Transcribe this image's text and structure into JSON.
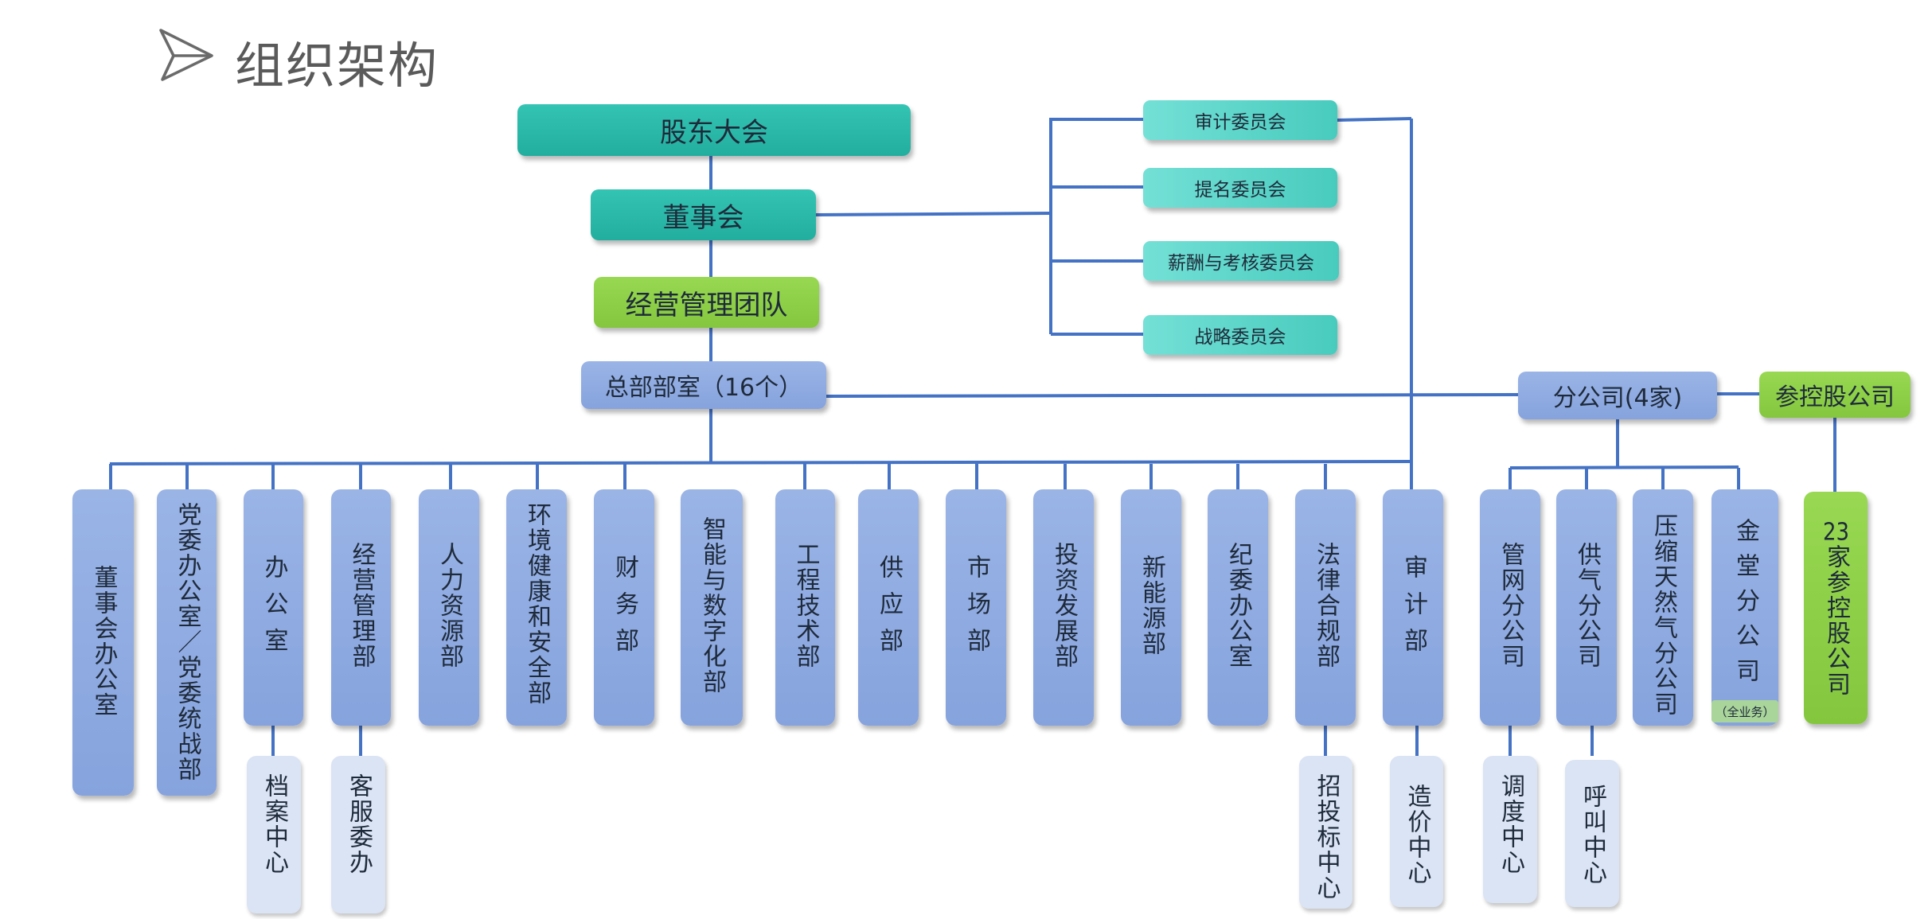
{
  "header": {
    "title": "组织架构",
    "logo_icon": "paper-plane-outline-icon"
  },
  "colors": {
    "teal": "#2bb9a9",
    "committee": "#5ad4c7",
    "green": "#8ccf46",
    "blue": "#8eaae0",
    "sub": "#dbe4f4",
    "line": "#4472c4"
  },
  "top": {
    "shareholders": "股东大会",
    "board": "董事会",
    "management": "经营管理团队",
    "hq": "总部部室（16个）",
    "branches": "分公司(4家)",
    "holdings": "参控股公司"
  },
  "committees": [
    "审计委员会",
    "提名委员会",
    "薪酬与考核委员会",
    "战略委员会"
  ],
  "departments": [
    "董事会办公室",
    "党委办公室／党委统战部",
    "办公室",
    "经营管理部",
    "人力资源部",
    "环境健康和安全部",
    "财务部",
    "智能与数字化部",
    "工程技术部",
    "供应部",
    "市场部",
    "投资发展部",
    "新能源部",
    "纪委办公室",
    "法律合规部",
    "审计部"
  ],
  "dept_subunits": [
    {
      "parent": "办公室",
      "name": "档案中心"
    },
    {
      "parent": "经营管理部",
      "name": "客服委办"
    },
    {
      "parent": "法律合规部",
      "name": "招投标中心"
    },
    {
      "parent": "审计部",
      "name": "造价中心"
    }
  ],
  "branch_companies": [
    "管网分公司",
    "供气分公司",
    "压缩天然气分公司",
    "金堂分公司"
  ],
  "branch_note": "（全业务）",
  "branch_subunits": [
    {
      "parent": "管网分公司",
      "name": "调度中心"
    },
    {
      "parent": "供气分公司",
      "name": "呼叫中心"
    }
  ],
  "holding_companies": "23家参控股公司"
}
